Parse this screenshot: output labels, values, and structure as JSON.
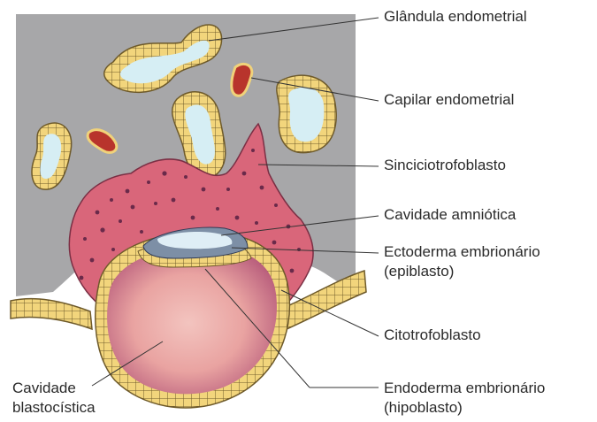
{
  "labels": {
    "glandula": "Glândula endometrial",
    "capilar": "Capilar endometrial",
    "sincicio": "Sinciciotrofoblasto",
    "amniotica": "Cavidade amniótica",
    "ectoderma_1": "Ectoderma embrionário",
    "ectoderma_2": "(epiblasto)",
    "citotrofo": "Citotrofoblasto",
    "endoderma_1": "Endoderma embrionário",
    "endoderma_2": "(hipoblasto)",
    "blasto_1": "Cavidade",
    "blasto_2": "blastocística"
  },
  "colors": {
    "endometrium_bg": "#a6a6a8",
    "gland_lumen": "#d6eef4",
    "gland_cells": "#f0d27a",
    "syncytio": "#d9667a",
    "syncytio_dots": "#6a2a4a",
    "capillary": "#b8342c",
    "blastocyst_cavity": "#d88088",
    "amniotic": "#dfeef6",
    "epiblast": "#7d8fa6",
    "leader_line": "#333333"
  }
}
